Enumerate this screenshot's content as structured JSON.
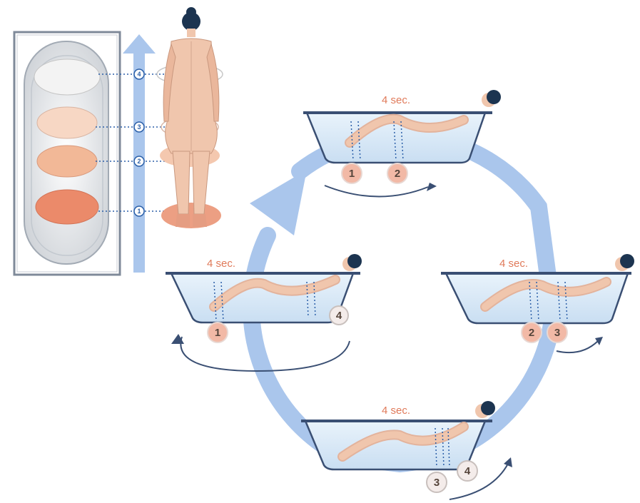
{
  "colors": {
    "arrow": "#aac6ec",
    "water": "#dcecf8",
    "tub_stroke": "#3a4f73",
    "skin": "#f0c6ad",
    "hair": "#1c3450",
    "zone_light": "#f7d7c4",
    "zone_mid": "#f2b897",
    "zone_dark": "#eb8a6a",
    "label": "#e07a5a",
    "badge_fill": "#f2b9a6",
    "badge_fill_light": "#f4ecea",
    "circle_stroke": "#2b5fa8"
  },
  "body_scale": {
    "numbers": [
      "4",
      "3",
      "2",
      "1"
    ]
  },
  "tubs": [
    {
      "id": "tub-top",
      "time_label": "4 sec.",
      "badges": [
        "1",
        "2"
      ]
    },
    {
      "id": "tub-right",
      "time_label": "4 sec.",
      "badges": [
        "2",
        "3"
      ]
    },
    {
      "id": "tub-bottom",
      "time_label": "4 sec.",
      "badges": [
        "3",
        "4"
      ]
    },
    {
      "id": "tub-left",
      "time_label": "4 sec.",
      "badges": [
        "1",
        "4"
      ]
    }
  ]
}
